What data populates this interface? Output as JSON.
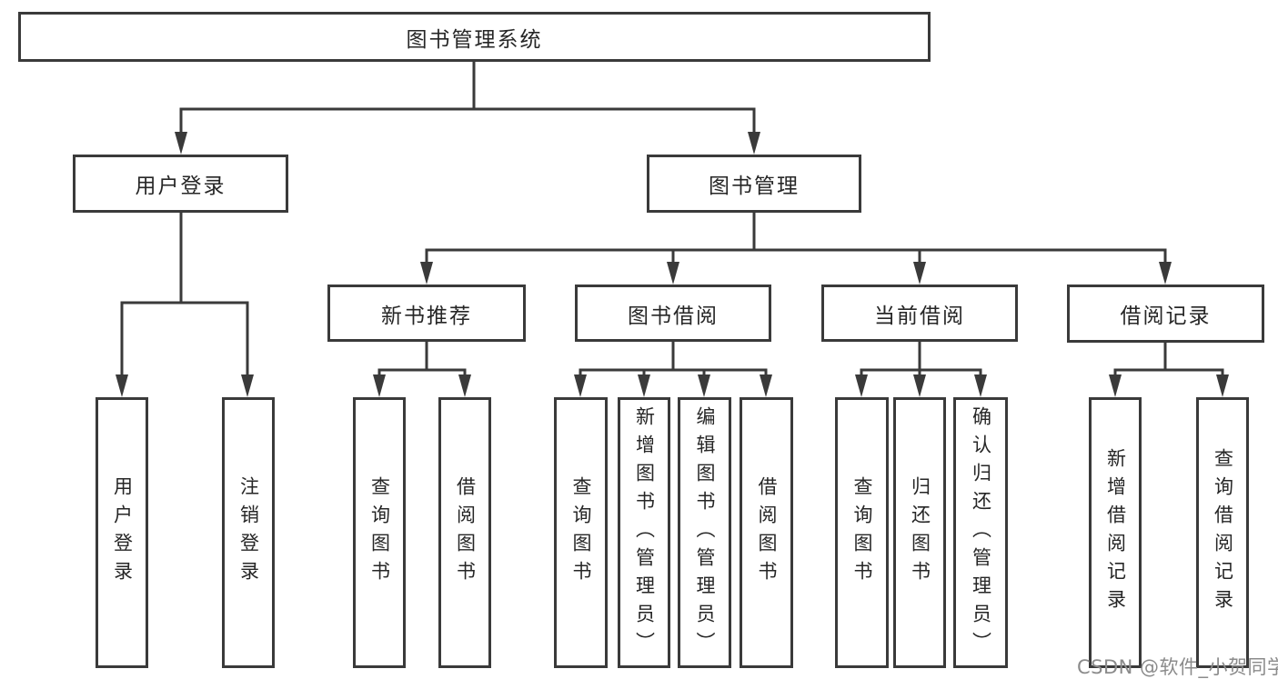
{
  "tree": {
    "label": "图书管理系统",
    "children": [
      {
        "label": "用户登录",
        "children": [
          {
            "label": "用户登录"
          },
          {
            "label": "注销登录"
          }
        ]
      },
      {
        "label": "图书管理",
        "children": [
          {
            "label": "新书推荐",
            "children": [
              {
                "label": "查询图书"
              },
              {
                "label": "借阅图书"
              }
            ]
          },
          {
            "label": "图书借阅",
            "children": [
              {
                "label": "查询图书"
              },
              {
                "label": "新增图书（管理员）"
              },
              {
                "label": "编辑图书（管理员）"
              },
              {
                "label": "借阅图书"
              }
            ]
          },
          {
            "label": "当前借阅",
            "children": [
              {
                "label": "查询图书"
              },
              {
                "label": "归还图书"
              },
              {
                "label": "确认归还（管理员）"
              }
            ]
          },
          {
            "label": "借阅记录",
            "children": [
              {
                "label": "新增借阅记录"
              },
              {
                "label": "查询借阅记录"
              }
            ]
          }
        ]
      }
    ]
  },
  "watermark": {
    "text": "CSDN @软件_小贺同学"
  },
  "colors": {
    "line": "#3a3a3a",
    "box_border": "#3a3a3a",
    "text": "#262626",
    "background": "#ffffff",
    "watermark": "#8b8b8b"
  }
}
